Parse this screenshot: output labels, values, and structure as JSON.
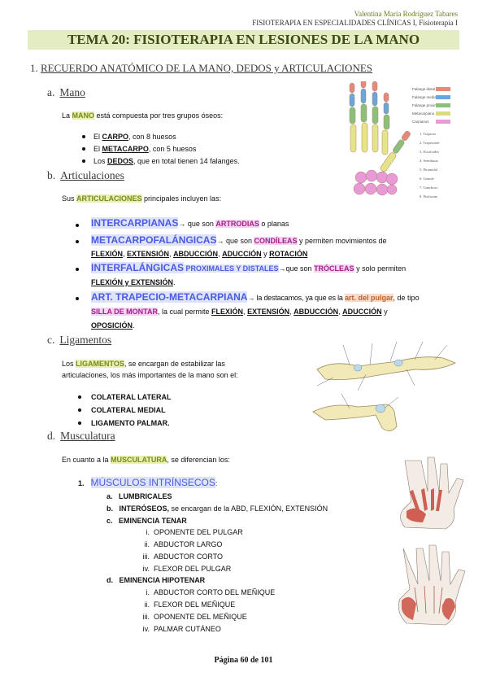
{
  "header": {
    "author": "Valentina María Rodríguez Tabares",
    "course": "FISIOTERAPIA EN ESPECIALIDADES CLÍNICAS I, Fisioterapia I"
  },
  "title": "TEMA 20: FISIOTERAPIA EN LESIONES DE LA MANO",
  "section1": {
    "num": "1.",
    "title": "RECUERDO ANATÓMICO DE LA MANO, DEDOS y ARTICULACIONES"
  },
  "mano": {
    "label": "a.",
    "title": "Mano",
    "intro_pre": "La ",
    "intro_hl": "MANO",
    "intro_post": " está compuesta por tres grupos óseos:",
    "items": [
      {
        "pre": "El ",
        "hl": "CARPO",
        "post": ", con 8 huesos"
      },
      {
        "pre": "El ",
        "hl": "METACARPO",
        "post": ", con 5 huesos"
      },
      {
        "pre": "Los ",
        "hl": "DEDOS",
        "post": ", que en total tienen 14 falanges."
      }
    ],
    "legend": [
      "Falange distal",
      "Falange media",
      "Falange proximal",
      "Metacarpiano",
      "Carpianos"
    ],
    "legend_colors": [
      "#e38a7a",
      "#6aa6d8",
      "#8cc07a",
      "#d8dc7a",
      "#e79ad6"
    ],
    "carpal_labels": [
      "1. Trapecio",
      "2. Trapezoide",
      "3. Escafoides",
      "4. Semilunar",
      "5. Piramidal",
      "6. Grande",
      "7. Ganchoso",
      "8. Pisiforme"
    ]
  },
  "articulaciones": {
    "label": "b.",
    "title": "Articulaciones",
    "intro_pre": "Sus ",
    "intro_hl": "ARTICULACIONES",
    "intro_post": " principales incluyen las:",
    "i1_hl": "INTERCARPIANAS",
    "i1_mid": "→ que son ",
    "i1_hl2": "ARTRODIAS",
    "i1_post": " o planas",
    "i2_hl": "METACARPOFALÁNGICAS",
    "i2_mid": "→ que son ",
    "i2_hl2": "CONDÍLEAS",
    "i2_post": " y permiten movimientos de",
    "i2_m1": "FLEXIÓN",
    "i2_m2": "EXTENSIÓN",
    "i2_m3": "ABDUCCIÓN",
    "i2_m4": "ADUCCIÓN",
    "i2_m5": "ROTACIÓN",
    "i2_y": " y ",
    "i3_hl": "INTERFALÁNGICAS",
    "i3_hl_b": " PROXIMALES Y DISTALES",
    "i3_mid": "→que son ",
    "i3_hl2": "TRÓCLEAS",
    "i3_post": " y solo permiten",
    "i3_m1": "FLEXIÓN y EXTENSIÓN",
    "i3_end": ".",
    "i4_hl": "ART. TRAPECIO-METACARPIANA",
    "i4_mid": "→ la destacamos, ya que es la ",
    "i4_hl2": "art. del pulgar",
    "i4_post": ", de tipo",
    "i4_hl3": "SILLA DE MONTAR",
    "i4_mid2": ", la cual permite ",
    "i4_m1": "FLEXIÓN",
    "i4_m2": "EXTENSIÓN",
    "i4_m3": "ABDUCCIÓN",
    "i4_m4": "ADUCCIÓN",
    "i4_y": " y",
    "i4_m5": "OPOSICIÓN",
    "i4_end": "."
  },
  "ligamentos": {
    "label": "c.",
    "title": "Ligamentos",
    "intro_pre": "Los ",
    "intro_hl": "LIGAMENTOS",
    "intro_post": ", se encargan de estabilizar las",
    "intro_line2": "articulaciones, los más importantes de la mano son el:",
    "items": [
      "COLATERAL LATERAL",
      "COLATERAL MEDIAL",
      "LIGAMENTO PALMAR."
    ]
  },
  "musculatura": {
    "label": "d.",
    "title": "Musculatura",
    "intro_pre": "En cuanto a la ",
    "intro_hl": "MUSCULATURA",
    "intro_post": ", se diferencian los:",
    "group_num": "1.",
    "group_title": "MÚSCULOS INTRÍNSECOS",
    "group_colon": ":",
    "a_label": "a.",
    "a_text": "LUMBRICALES",
    "b_label": "b.",
    "b_text": "INTERÓSEOS,",
    "b_post": " se encargan de la ABD, FLEXIÓN, EXTENSIÓN",
    "c_label": "c.",
    "c_text": "EMINENCIA TENAR",
    "c_items": [
      {
        "n": "i.",
        "t": "OPONENTE DEL PULGAR"
      },
      {
        "n": "ii.",
        "t": "ABDUCTOR LARGO"
      },
      {
        "n": "iii.",
        "t": "ABDUCTOR CORTO"
      },
      {
        "n": "iv.",
        "t": "FLEXOR DEL PULGAR"
      }
    ],
    "d_label": "d.",
    "d_text": "EMINENCIA HIPOTENAR",
    "d_items": [
      {
        "n": "i.",
        "t": "ABDUCTOR CORTO DEL MEÑIQUE"
      },
      {
        "n": "ii.",
        "t": "FLEXOR DEL MEÑIQUE"
      },
      {
        "n": "iii.",
        "t": "OPONENTE DEL MEÑIQUE"
      },
      {
        "n": "iv.",
        "t": "PALMAR CUTÁNEO"
      }
    ]
  },
  "footer": "Página 60 de 101"
}
